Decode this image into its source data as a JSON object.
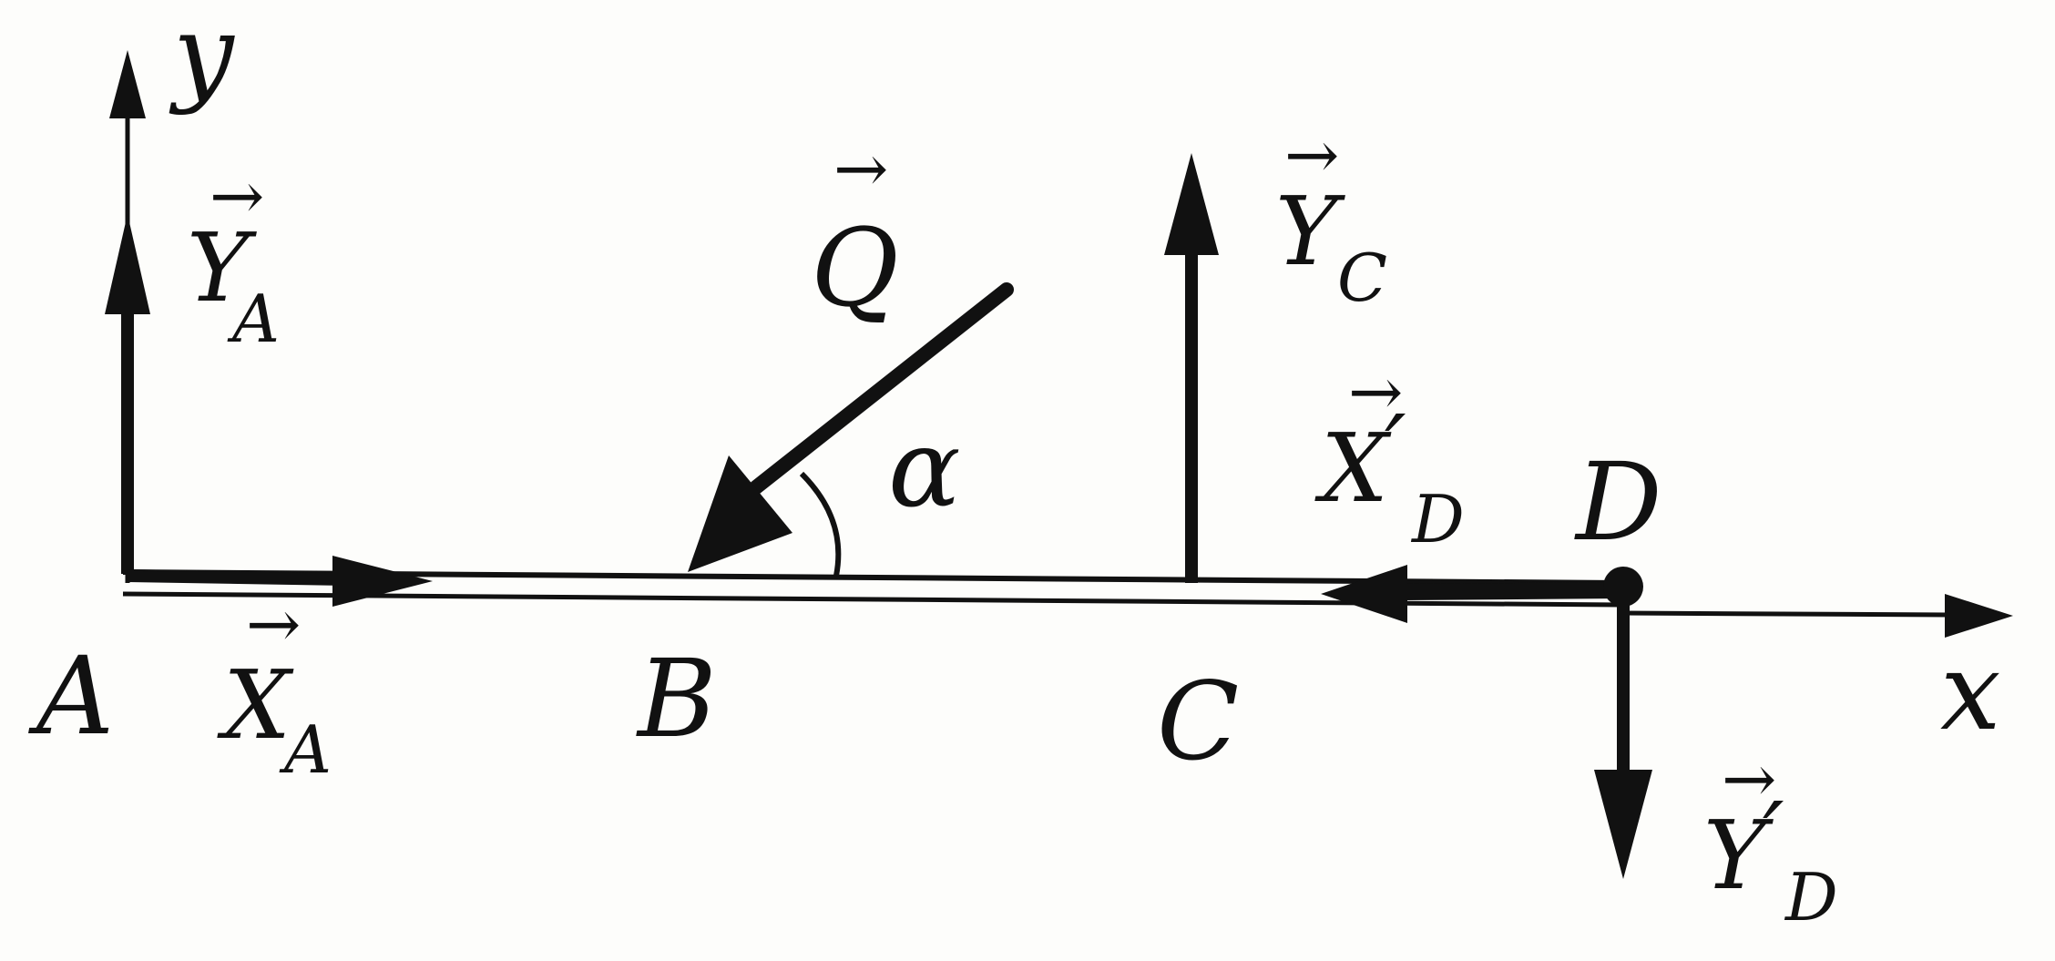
{
  "diagram": {
    "ink_color": "#111111",
    "background_color": "#fdfdfb",
    "axes": {
      "x_label": "x",
      "y_label": "y"
    },
    "points": [
      {
        "id": "A",
        "label": "A"
      },
      {
        "id": "B",
        "label": "B"
      },
      {
        "id": "C",
        "label": "C"
      },
      {
        "id": "D",
        "label": "D"
      }
    ],
    "forces": {
      "YA": {
        "symbol": "Y",
        "subscript": "A",
        "prime": ""
      },
      "XA": {
        "symbol": "X",
        "subscript": "A",
        "prime": ""
      },
      "Q": {
        "symbol": "Q",
        "subscript": "",
        "prime": ""
      },
      "YC": {
        "symbol": "Y",
        "subscript": "C",
        "prime": ""
      },
      "XD": {
        "symbol": "X",
        "subscript": "D",
        "prime": "′"
      },
      "YD": {
        "symbol": "Y",
        "subscript": "D",
        "prime": "′"
      }
    },
    "angle_label": "α"
  }
}
